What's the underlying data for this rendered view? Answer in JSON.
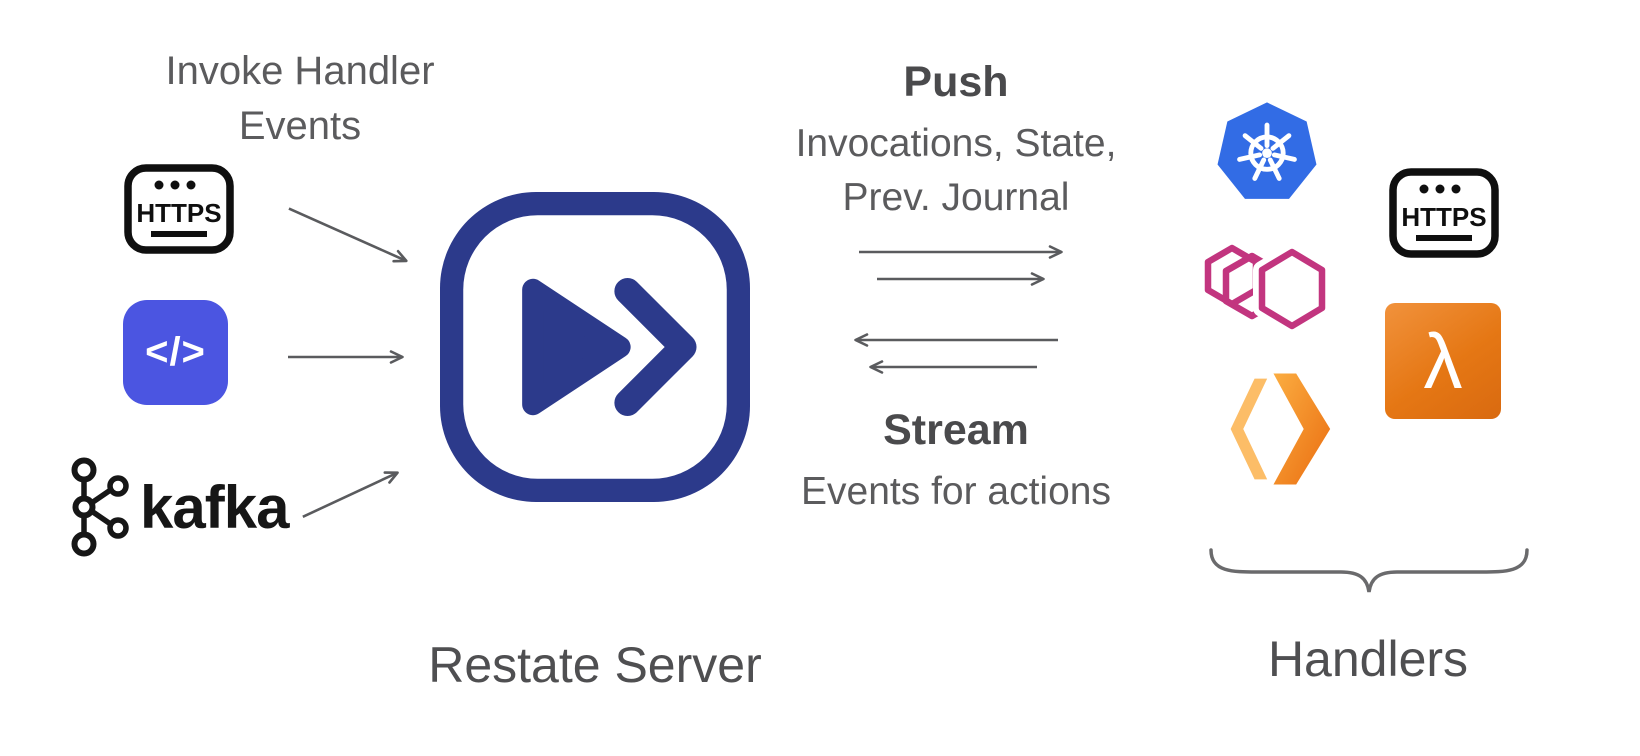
{
  "left": {
    "title_line1": "Invoke Handler",
    "title_line2": "Events",
    "https_label": "HTTPS",
    "code_glyph": "</>",
    "kafka_label": "kafka"
  },
  "center": {
    "caption": "Restate Server"
  },
  "flows": {
    "push_title": "Push",
    "push_line1": "Invocations, State,",
    "push_line2": "Prev. Journal",
    "stream_title": "Stream",
    "stream_line1": "Events for actions"
  },
  "right": {
    "https_label": "HTTPS",
    "lambda_glyph": "λ",
    "caption": "Handlers"
  },
  "icons": {
    "left_sources": [
      "https-icon",
      "code-icon",
      "kafka-icon"
    ],
    "center": [
      "restate-logo"
    ],
    "right_handlers": [
      "kubernetes-icon",
      "hexagons-icon",
      "https-icon",
      "lambda-icon",
      "cloudflare-workers-icon"
    ]
  },
  "colors": {
    "restate_navy": "#2C3A8B",
    "code_blue": "#4B55E1",
    "kubernetes_blue": "#326CE5",
    "hexagon_pink": "#C2357F",
    "lambda_orange": "#E57714",
    "workers_orange": "#F6821F",
    "arrow_gray": "#5A5B5E",
    "text_gray": "#5B5B5D",
    "https_black": "#0F0F0F"
  }
}
